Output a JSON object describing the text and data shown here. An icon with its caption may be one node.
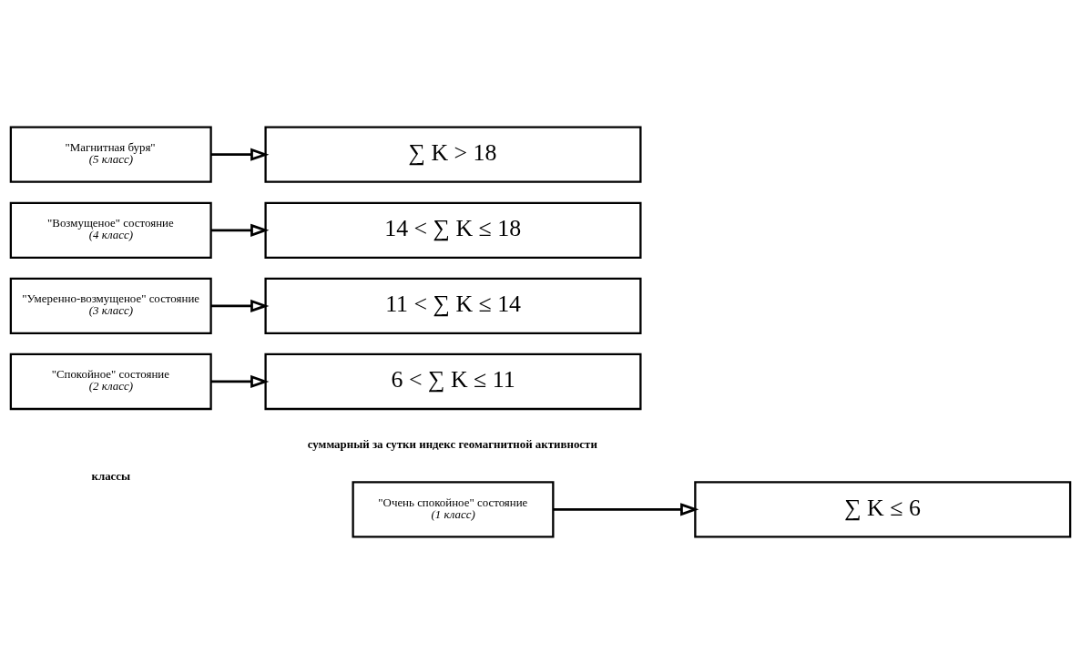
{
  "diagram": {
    "nodes": [
      {
        "text": [
          "\"Очень спокойное\" состояние",
          "(1 класс)"
        ]
      },
      {
        "text": [
          "∑ K ≤ 6"
        ]
      },
      {
        "text": [
          "\"Спокойное\" состояние",
          "(2 класс)"
        ]
      },
      {
        "text": [
          "6 < ∑ K ≤ 11"
        ]
      },
      {
        "text": [
          "\"Умеренно-возмущеное\" состояние",
          "(3 класс)"
        ]
      },
      {
        "text": [
          "11 < ∑ K ≤ 14"
        ]
      },
      {
        "text": [
          "\"Возмущеное\" состояние",
          "(4 класс)"
        ]
      },
      {
        "text": [
          "14 < ∑ K ≤ 18"
        ]
      },
      {
        "text": [
          "\"Магнитная буря\"",
          "(5 класс)"
        ]
      },
      {
        "text": [
          "∑ K > 18"
        ]
      }
    ],
    "edges": [
      {
        "from": 0,
        "to": 1,
        "arrow": "to"
      },
      {
        "from": 2,
        "to": 3,
        "arrow": "to"
      },
      {
        "from": 4,
        "to": 5,
        "arrow": "to"
      },
      {
        "from": 6,
        "to": 7,
        "arrow": "to"
      },
      {
        "from": 8,
        "to": 9,
        "arrow": "to"
      }
    ],
    "labels": [
      "классы",
      "суммарный за сутки индекс геомагнитной активности"
    ]
  }
}
